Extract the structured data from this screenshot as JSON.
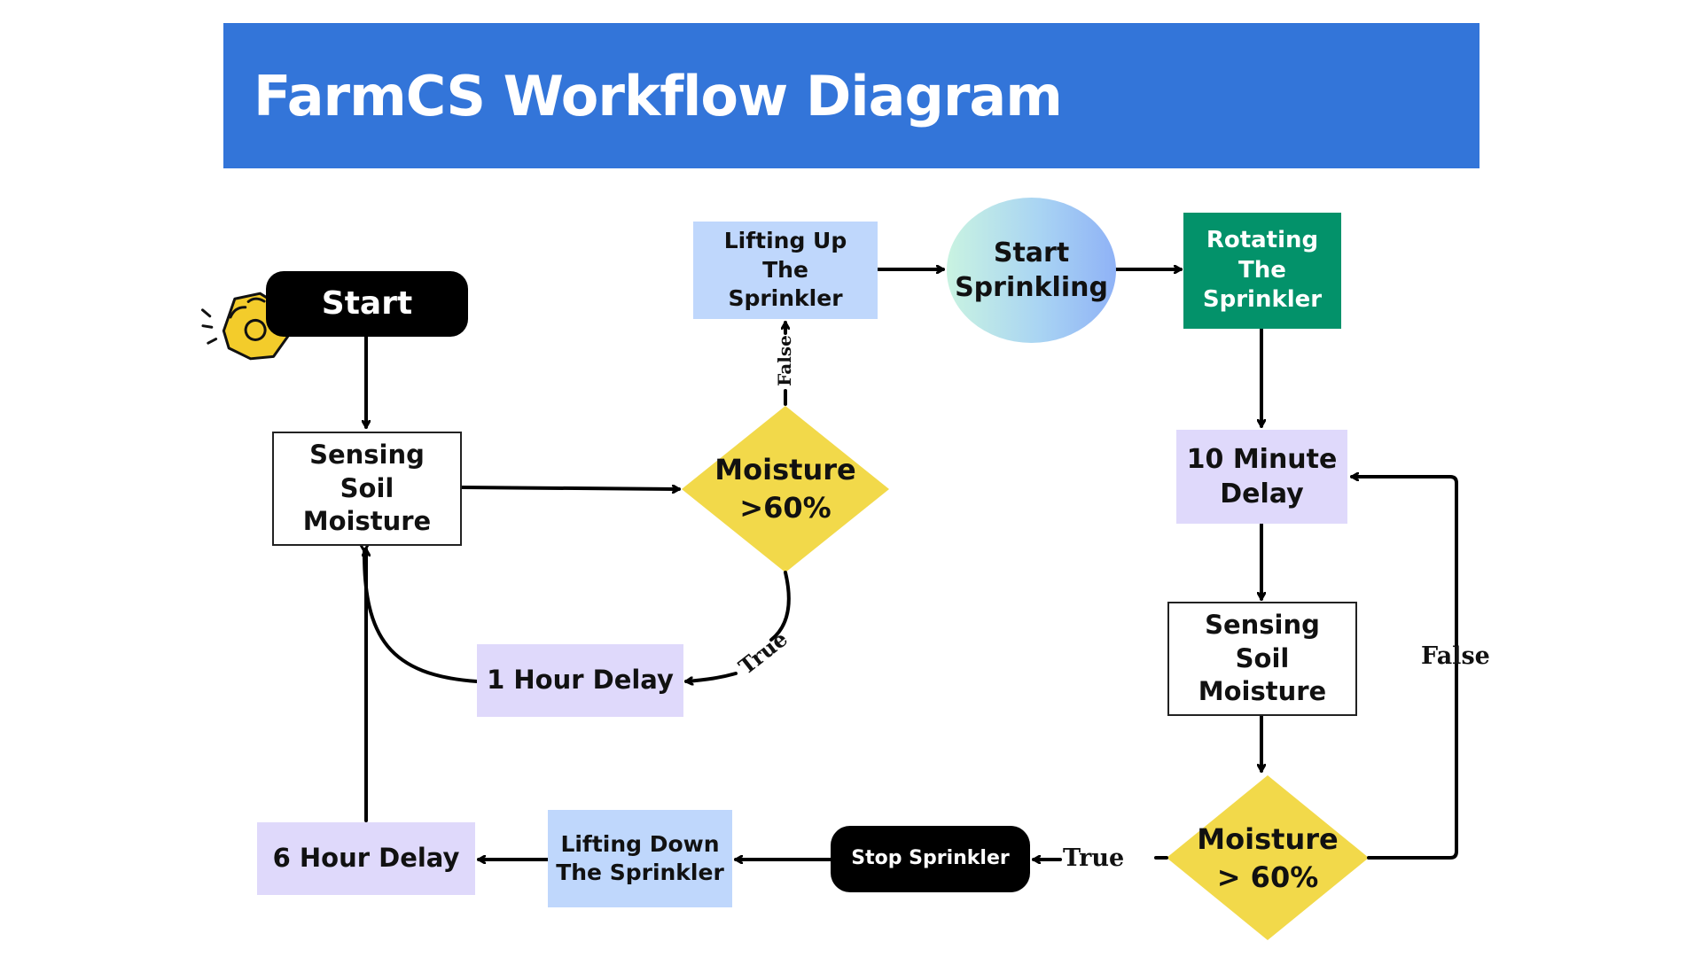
{
  "header": {
    "title": "FarmCS Workflow Diagram"
  },
  "nodes": {
    "start": "Start",
    "sensing_1": "Sensing Soil Moisture",
    "moisture_1": "Moisture >60%",
    "lifting_up": "Lifting Up The Sprinkler",
    "start_sprinkling": "Start Sprinkling",
    "rotating": "Rotating The Sprinkler",
    "delay_10": "10 Minute Delay",
    "sensing_2": "Sensing Soil Moisture",
    "moisture_2": "Moisture > 60%",
    "stop": "Stop Sprinkler",
    "lifting_down": "Lifting Down The Sprinkler",
    "delay_6h": "6 Hour Delay",
    "delay_1h": "1 Hour Delay"
  },
  "edge_labels": {
    "false_1": "False",
    "true_1": "True",
    "false_2": "False",
    "true_2": "True"
  },
  "colors": {
    "header": "#3375d9",
    "lavender": "#dfd9fb",
    "light_blue": "#bfd7fc",
    "green": "#03926a",
    "diamond": "#f2d94a",
    "hand_icon": "#f3cc2b"
  }
}
